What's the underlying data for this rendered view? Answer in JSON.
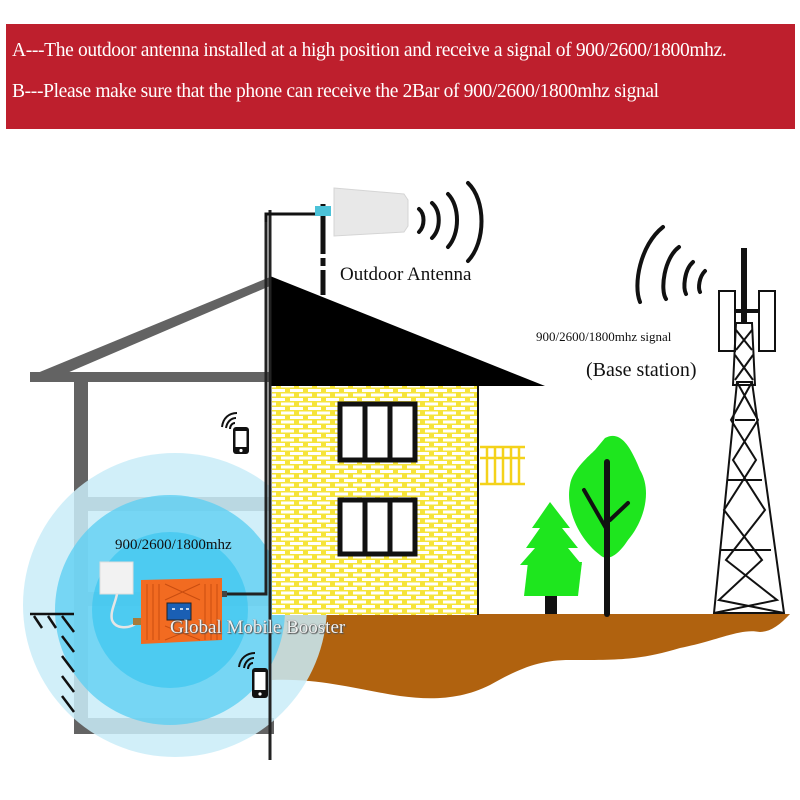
{
  "banner": {
    "background_color": "#be1f2d",
    "text_color": "#ffffff",
    "line_a": "A---The outdoor antenna installed at a high position and  receive a signal of 900/2600/1800mhz.",
    "line_b": "B---Please make sure that the phone can receive the 2Bar of 900/2600/1800mhz signal"
  },
  "labels": {
    "outdoor_antenna": "Outdoor Antenna",
    "signal": "900/2600/1800mhz signal",
    "base_station": "(Base station)",
    "indoor_frequency": "900/2600/1800mhz",
    "booster": "Global Mobile Booster"
  },
  "colors": {
    "house_frame": "#636363",
    "brick_wall": "#f6e43a",
    "brick_mortar": "#ffffff",
    "roof": "#000000",
    "ground": "#b0620f",
    "tree": "#1ee61e",
    "coverage_outer": "#c9ecf8",
    "coverage_inner": "#5fd0f2",
    "booster_body": "#f26b21",
    "booster_screen": "#1a5fb4",
    "balcony": "#f4d21a"
  },
  "icons": [
    "outdoor-antenna-icon",
    "signal-waves-icon",
    "base-station-tower-icon",
    "smartphone-icon",
    "indoor-panel-antenna-icon",
    "signal-booster-icon",
    "tree-icon",
    "pine-tree-icon"
  ]
}
